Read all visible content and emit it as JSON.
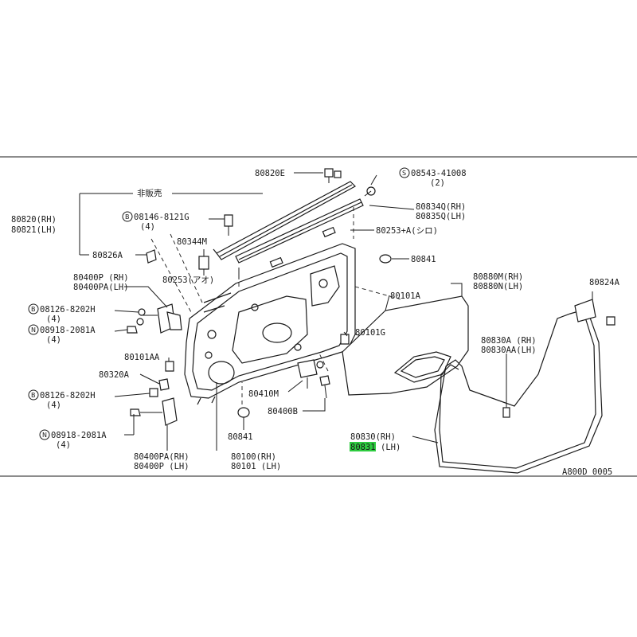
{
  "diagram": {
    "ref_code": "A800D 0005",
    "highlight_color": "#2ecc40",
    "watermark_color": "#cc2222",
    "labels": {
      "p80820e": "80820E",
      "p08543": "08543-41008",
      "p08543_qty": "(2)",
      "hihanbai": "非販売",
      "p80820rh": "80820(RH)",
      "p80821lh": "80821(LH)",
      "p08146": "08146-8121G",
      "p08146_qty": "(4)",
      "p80834q": "80834Q(RH)",
      "p80835q": "80835Q(LH)",
      "p80344m": "80344M",
      "p80253a": "80253+A(シロ)",
      "p80826a": "80826A",
      "p80841a": "80841",
      "p80253": "80253(アオ)",
      "p80400p_rh": "80400P (RH)",
      "p80400pa_lh": "80400PA(LH)",
      "p80880m": "80880M(RH)",
      "p80880n": "80880N(LH)",
      "p80824a": "80824A",
      "p80101a": "80101A",
      "p08126a": "08126-8202H",
      "p08126a_qty": "(4)",
      "p08918a": "08918-2081A",
      "p08918a_qty": "(4)",
      "p80101g": "80101G",
      "p80101aa": "80101AA",
      "p80830a_rh": "80830A (RH)",
      "p80830aa_lh": "80830AA(LH)",
      "p80320a": "80320A",
      "p80410m": "80410M",
      "p08126b": "08126-8202H",
      "p08126b_qty": "(4)",
      "p80400b": "80400B",
      "p80841b": "80841",
      "p08918b": "08918-2081A",
      "p08918b_qty": "(4)",
      "p80830_rh": "80830(RH)",
      "p80831": "80831",
      "p80831_lh": "(LH)",
      "p80400pa_rh": "80400PA(RH)",
      "p80400p_lh": "80400P (LH)",
      "p80100_rh": "80100(RH)",
      "p80101_lh": "80101 (LH)",
      "circle_s": "S",
      "circle_b": "B",
      "circle_n": "N"
    }
  }
}
